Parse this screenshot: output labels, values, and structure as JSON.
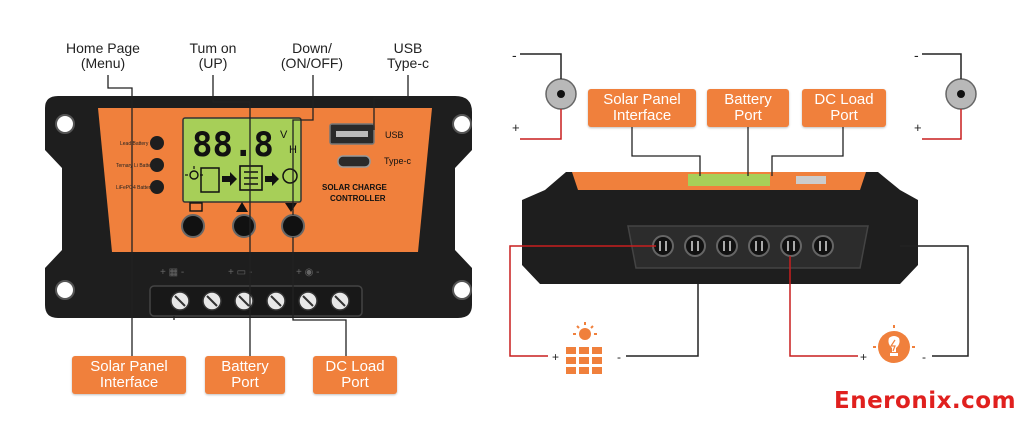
{
  "left_callouts": {
    "menu": {
      "line1": "Home Page",
      "line2": "(Menu)"
    },
    "up": {
      "line1": "Tum on",
      "line2": "(UP)"
    },
    "down": {
      "line1": "Down/",
      "line2": "(ON/OFF)"
    },
    "usb": {
      "line1": "USB",
      "line2": "Type-c"
    }
  },
  "left_ports": {
    "solar": {
      "line1": "Solar Panel",
      "line2": "Interface"
    },
    "battery": {
      "line1": "Battery",
      "line2": "Port"
    },
    "load": {
      "line1": "DC Load",
      "line2": "Port"
    }
  },
  "right_ports": {
    "solar": {
      "line1": "Solar Panel",
      "line2": "Interface"
    },
    "battery": {
      "line1": "Battery",
      "line2": "Port"
    },
    "load": {
      "line1": "DC Load",
      "line2": "Port"
    }
  },
  "device": {
    "lcd_digits": "88.8",
    "lcd_unit_v": "V",
    "lcd_unit_h": "H",
    "battery_types": [
      "Lead Battery",
      "Ternary Li Battery",
      "LiFePO4 Battery"
    ],
    "usb_label": "USB",
    "typec_label": "Type-c",
    "product_line1": "SOLAR CHARGE",
    "product_line2": "CONTROLLER"
  },
  "polarity": {
    "plus": "+",
    "minus": "-"
  },
  "brand": "Eneronix.com",
  "colors": {
    "orange": "#f0803c",
    "body": "#1e1e1e",
    "wire_red": "#c81e1e",
    "brand_red": "#e0201e"
  }
}
